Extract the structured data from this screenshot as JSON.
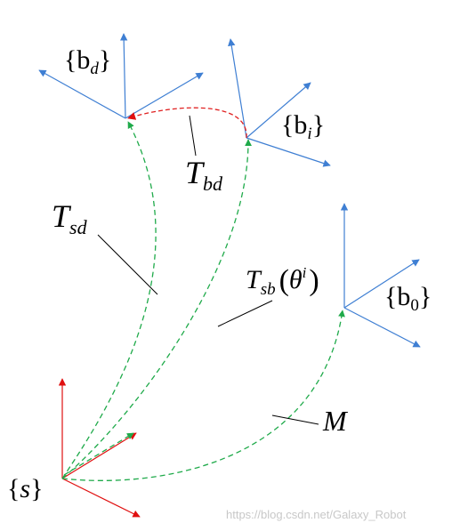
{
  "colors": {
    "blue_axis": "#3f7fd3",
    "red_axis": "#e01010",
    "green_path": "#1faa4a",
    "red_path": "#e02020",
    "leader_line": "#000000"
  },
  "frames": {
    "s": {
      "prefix": "{",
      "base": "s",
      "sub": "",
      "suffix": "}"
    },
    "bd": {
      "prefix": "{",
      "base": "b",
      "sub": "d",
      "suffix": "}"
    },
    "bi": {
      "prefix": "{",
      "base": "b",
      "sub": "i",
      "suffix": "}"
    },
    "b0": {
      "prefix": "{",
      "base": "b",
      "sub": "0",
      "suffix": "}"
    }
  },
  "labels": {
    "tsd": {
      "base": "T",
      "sub": "sd"
    },
    "tbd": {
      "base": "T",
      "sub": "bd"
    },
    "tsb": {
      "base": "T",
      "sub": "sb",
      "open": "(",
      "theta": "θ",
      "sup": "i",
      "close": ")"
    },
    "m": "M"
  },
  "watermark": "https://blog.csdn.net/Galaxy_Robot"
}
